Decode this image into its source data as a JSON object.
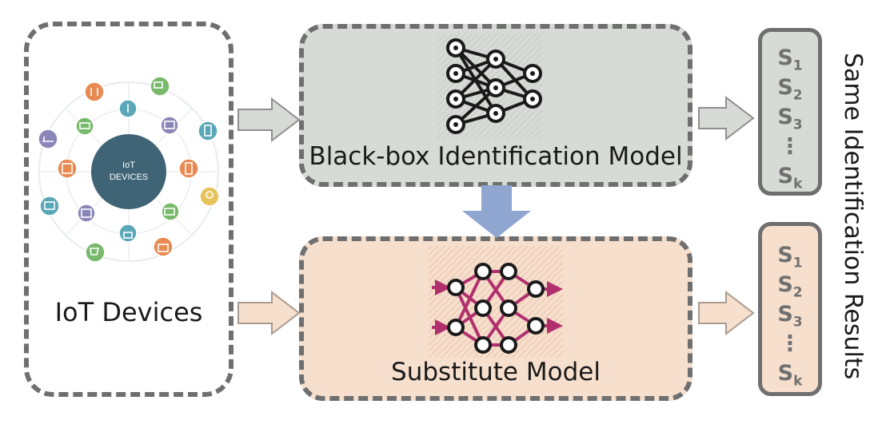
{
  "iot": {
    "label": "IoT Devices",
    "hub_text_line1": "IoT",
    "hub_text_line2": "DEVICES"
  },
  "blackbox": {
    "label": "Black-box Identification Model"
  },
  "substitute": {
    "label": "Substitute Model"
  },
  "results": {
    "top_items": [
      {
        "base": "S",
        "sub": "1"
      },
      {
        "base": "S",
        "sub": "2"
      },
      {
        "base": "S",
        "sub": "3"
      },
      {
        "base": "⋮",
        "sub": ""
      },
      {
        "base": "S",
        "sub": "k"
      }
    ],
    "bottom_items": [
      {
        "base": "S",
        "sub": "1"
      },
      {
        "base": "S",
        "sub": "2"
      },
      {
        "base": "S",
        "sub": "3"
      },
      {
        "base": "⋮",
        "sub": ""
      },
      {
        "base": "S",
        "sub": "k"
      }
    ],
    "side_label": "Same Identification Results"
  },
  "colors": {
    "gray_panel": "#d7dad6",
    "peach_panel": "#f6dfcd",
    "dashed_border": "#6f6f6f",
    "blue_arrow": "#8fa6d0",
    "magenta_edge": "#b0306e",
    "hub": "#3f6476",
    "icon_green": "#79b96c",
    "icon_orange": "#e88a52",
    "icon_teal": "#5aa7b7",
    "icon_purple": "#8a86b8",
    "icon_yellow": "#e7c45b"
  }
}
